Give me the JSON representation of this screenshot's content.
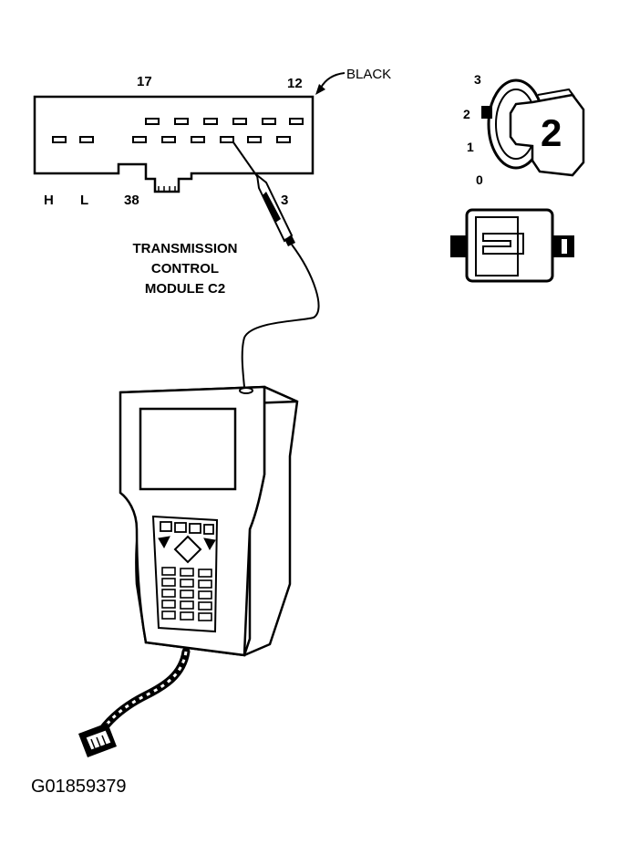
{
  "connector": {
    "pin_left_label": "17",
    "pin_right_label": "12",
    "color_label": "BLACK",
    "bottom_labels": [
      "H",
      "L",
      "38"
    ],
    "probe_pin_label": "3"
  },
  "module_caption": [
    "TRANSMISSION",
    "CONTROL",
    "MODULE C2"
  ],
  "key_switch": {
    "positions": [
      "3",
      "2",
      "1",
      "0"
    ],
    "key_number": "2"
  },
  "figure_code": "G01859379"
}
